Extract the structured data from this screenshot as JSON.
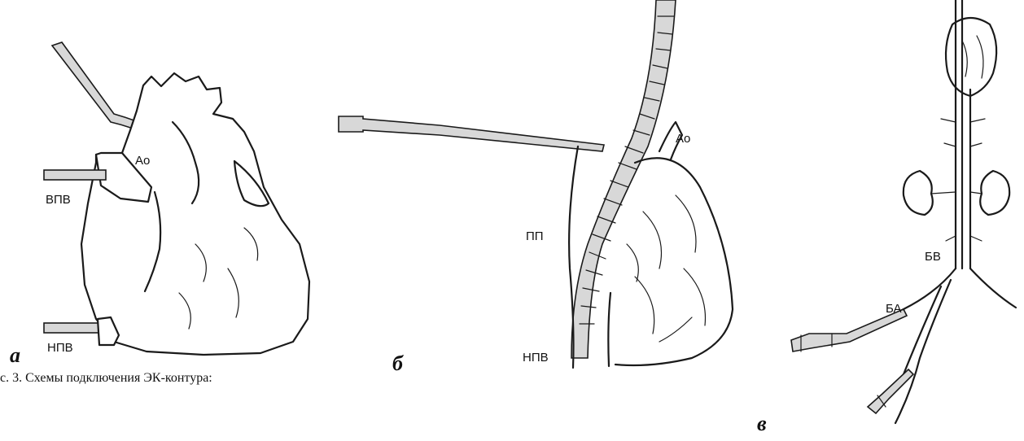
{
  "panels": {
    "a": {
      "letter": "а",
      "labels": {
        "ao": "Ао",
        "vpv": "ВПВ",
        "npv": "НПВ"
      }
    },
    "b": {
      "letter": "б",
      "labels": {
        "ao": "Ао",
        "pp": "ПП",
        "npv": "НПВ"
      }
    },
    "v": {
      "letter": "в",
      "labels": {
        "bv": "БВ",
        "ba": "БА"
      }
    }
  },
  "caption": "с. 3. Схемы подключения ЭК-контура:"
}
